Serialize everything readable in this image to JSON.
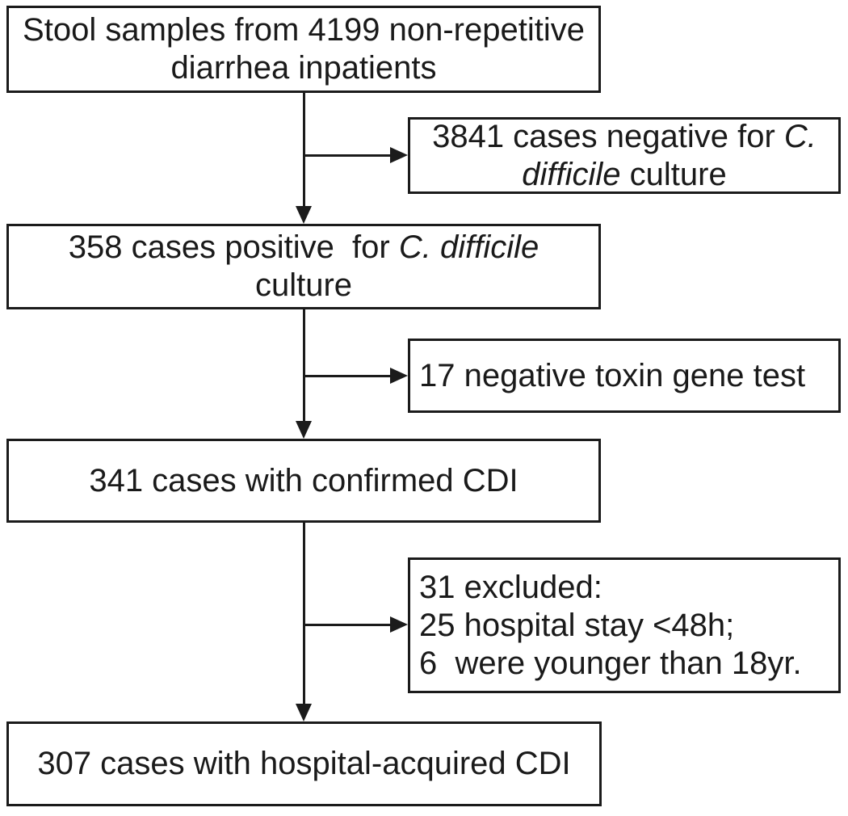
{
  "diagram": {
    "type": "flowchart",
    "background_color": "#ffffff",
    "line_color": "#1b1b1b",
    "text_color": "#1a1a1a",
    "nodes": {
      "stool_samples": {
        "line1": "Stool samples from 4199 non-repetitive",
        "line2": "diarrhea inpatients"
      },
      "negative_culture": {
        "line1_text": "3841 cases negative for ",
        "line1_italic": "C.",
        "line2_italic": "difficile",
        "line2_text": " culture"
      },
      "positive_culture": {
        "line1_text": "358 cases positive  for ",
        "line1_italic": "C. difficile",
        "line2": "culture"
      },
      "negative_toxin": {
        "text": "17 negative toxin gene test"
      },
      "confirmed_cdi": {
        "text": "341 cases with confirmed CDI"
      },
      "excluded": {
        "line1": "31 excluded:",
        "line2": "25 hospital stay <48h;",
        "line3": "6  were younger than 18yr."
      },
      "hospital_acquired_cdi": {
        "text": "307 cases with hospital-acquired CDI"
      }
    }
  }
}
